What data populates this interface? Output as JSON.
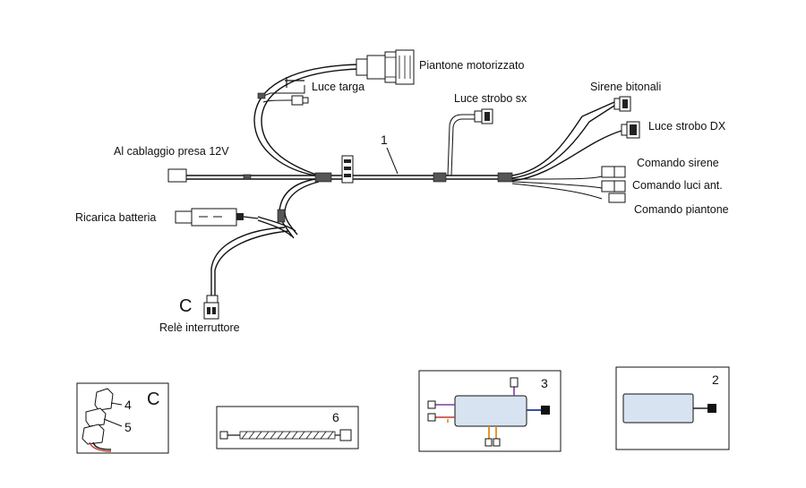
{
  "labels": {
    "piantone_motorizzato": "Piantone motorizzato",
    "luce_targa": "Luce targa",
    "luce_strobo_sx": "Luce strobo sx",
    "sirene_bitonali": "Sirene bitonali",
    "luce_strobo_dx": "Luce strobo DX",
    "comando_sirene": "Comando sirene",
    "comando_luci_ant": "Comando luci ant.",
    "comando_piantone": "Comando piantone",
    "cablaggio_presa": "Al cablaggio presa 12V",
    "ricarica_batteria": "Ricarica batteria",
    "rele_interruttore": "Relè interruttore",
    "callout_c_main": "C",
    "callout_c_box": "C"
  },
  "part_numbers": {
    "harness": "1",
    "module_2": "2",
    "module_3": "3",
    "relay_4": "4",
    "relay_5": "5",
    "cable_6": "6"
  },
  "colors": {
    "module_fill": "#d7e3f0",
    "wire_blue": "#1c3f9c",
    "wire_red": "#c0392b",
    "wire_orange": "#e08a1e",
    "wire_purple": "#7b3fa0"
  }
}
